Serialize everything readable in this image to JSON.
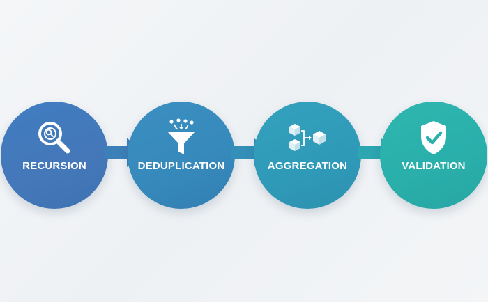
{
  "steps": [
    {
      "label": "RECURSION",
      "icon": "magnifier-icon",
      "color": "#3f7dc1"
    },
    {
      "label": "DEDUPLICATION",
      "icon": "funnel-icon",
      "color": "#3689bb"
    },
    {
      "label": "AGGREGATION",
      "icon": "cubes-icon",
      "color": "#2f9ab8"
    },
    {
      "label": "VALIDATION",
      "icon": "shield-check-icon",
      "color": "#2aafab"
    }
  ],
  "colors": {
    "arrow_1": "#3c80b9",
    "arrow_2": "#3490b8",
    "arrow_3": "#2ca6b1",
    "icon_fill": "#ffffff"
  }
}
